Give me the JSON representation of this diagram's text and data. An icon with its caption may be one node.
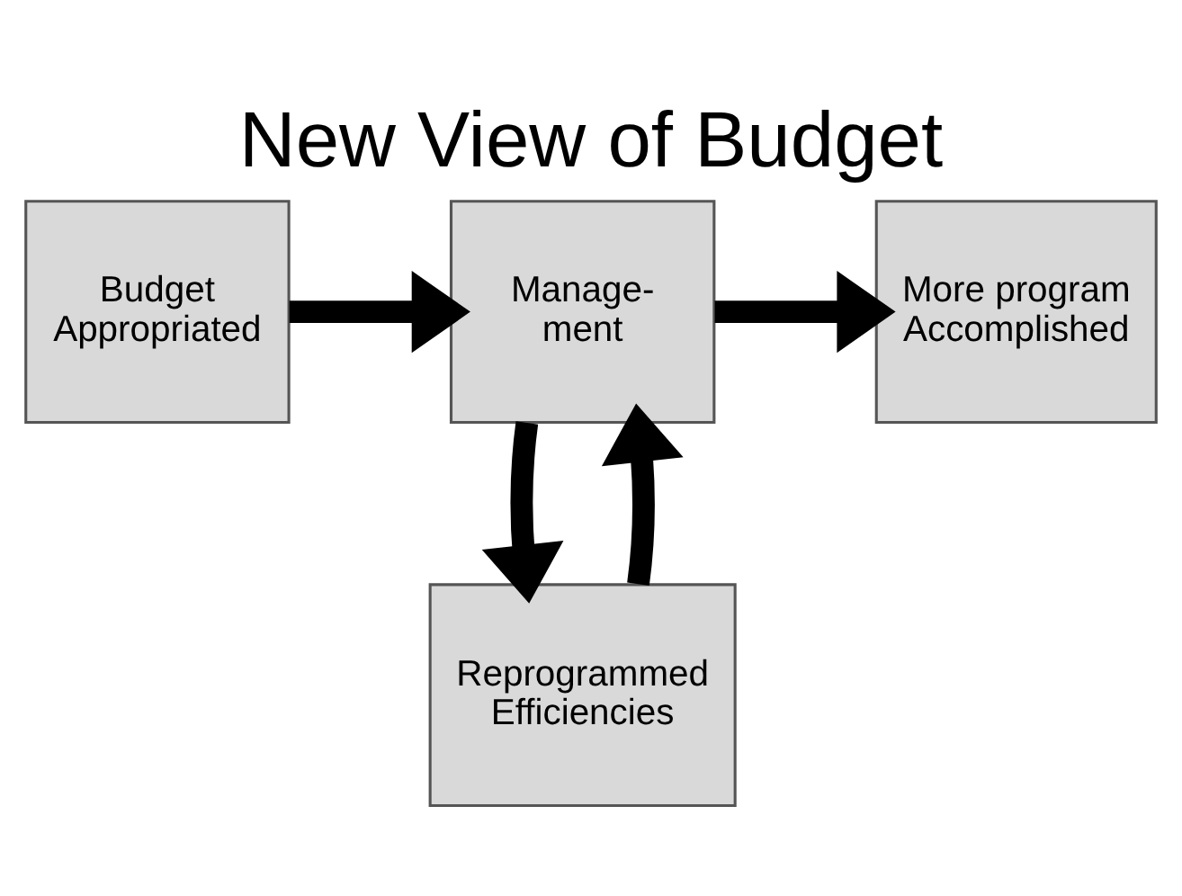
{
  "diagram": {
    "title": "New View of Budget",
    "nodes": [
      {
        "text": [
          "Budget Appropriated"
        ]
      },
      {
        "text": [
          "Manage- ment"
        ]
      },
      {
        "text": [
          "More program Accomplished"
        ]
      },
      {
        "text": [
          "Reprogrammed Efficiencies"
        ]
      }
    ],
    "edges": [
      {
        "from": 0,
        "to": 1,
        "arrow": "to"
      },
      {
        "from": 1,
        "to": 2,
        "arrow": "to"
      },
      {
        "from": 1,
        "to": 3,
        "arrow": "to"
      },
      {
        "from": 3,
        "to": 1,
        "arrow": "to"
      }
    ]
  }
}
